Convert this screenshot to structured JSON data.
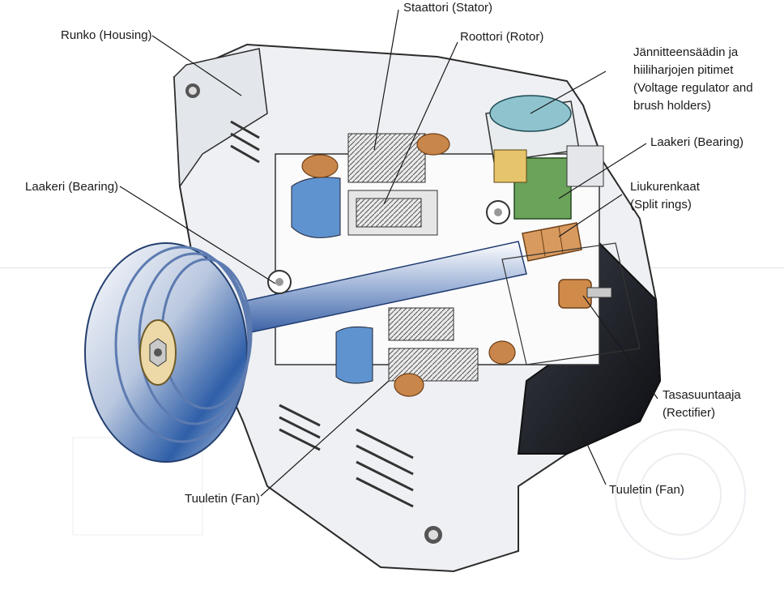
{
  "labels": {
    "housing": "Runko (Housing)",
    "stator": "Staattori (Stator)",
    "rotor": "Roottori (Rotor)",
    "regulator_1": "Jännitteensäädin ja",
    "regulator_2": "hiiliharjojen pitimet",
    "regulator_3": "(Voltage regulator and",
    "regulator_4": "brush holders)",
    "bearing_right": "Laakeri (Bearing)",
    "bearing_left": "Laakeri (Bearing)",
    "split_rings_1": "Liukurenkaat",
    "split_rings_2": "(Split rings)",
    "rectifier_1": "Tasasuuntaaja",
    "rectifier_2": "(Rectifier)",
    "fan_left": "Tuuletin (Fan)",
    "fan_right": "Tuuletin (Fan)"
  },
  "colors": {
    "housing": "#eef0f3",
    "steel_blue": "#4a7fc0",
    "copper": "#c9864a",
    "regulator_cap": "#8fc4cf",
    "brush_green": "#6aa35a",
    "dark_housing": "#1a1c22",
    "background_print": "#dfe3ea"
  }
}
